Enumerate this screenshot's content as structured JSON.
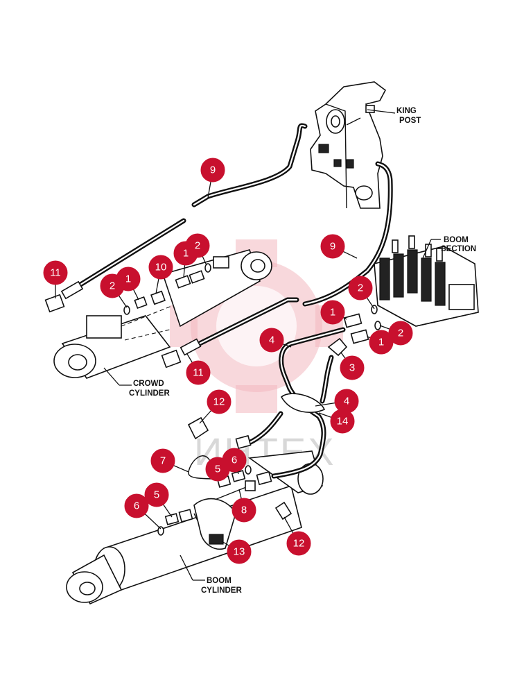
{
  "labels": {
    "king_post": [
      "KING",
      "POST"
    ],
    "boom_section": [
      "BOOM",
      "SECTION"
    ],
    "crowd_cylinder": [
      "CROWD",
      "CYLINDER"
    ],
    "boom_cylinder": [
      "BOOM",
      "CYLINDER"
    ]
  },
  "watermark_text": "ИНТЕХ",
  "callouts": [
    {
      "id": "c9a",
      "num": "9"
    },
    {
      "id": "c9b",
      "num": "9"
    },
    {
      "id": "c11a",
      "num": "11"
    },
    {
      "id": "c2a",
      "num": "2"
    },
    {
      "id": "c1a",
      "num": "1"
    },
    {
      "id": "c10",
      "num": "10"
    },
    {
      "id": "c1b",
      "num": "1"
    },
    {
      "id": "c2b",
      "num": "2"
    },
    {
      "id": "c2c",
      "num": "2"
    },
    {
      "id": "c1c",
      "num": "1"
    },
    {
      "id": "c1d",
      "num": "1"
    },
    {
      "id": "c2d",
      "num": "2"
    },
    {
      "id": "c4a",
      "num": "4"
    },
    {
      "id": "c3",
      "num": "3"
    },
    {
      "id": "c11b",
      "num": "11"
    },
    {
      "id": "c12a",
      "num": "12"
    },
    {
      "id": "c4b",
      "num": "4"
    },
    {
      "id": "c14",
      "num": "14"
    },
    {
      "id": "c7",
      "num": "7"
    },
    {
      "id": "c5a",
      "num": "5"
    },
    {
      "id": "c6a",
      "num": "6"
    },
    {
      "id": "c6b",
      "num": "6"
    },
    {
      "id": "c5b",
      "num": "5"
    },
    {
      "id": "c8",
      "num": "8"
    },
    {
      "id": "c13",
      "num": "13"
    },
    {
      "id": "c12b",
      "num": "12"
    }
  ],
  "colors": {
    "callout": "#c8102e",
    "line": "#111111",
    "watermark": "#f2b8bf"
  }
}
